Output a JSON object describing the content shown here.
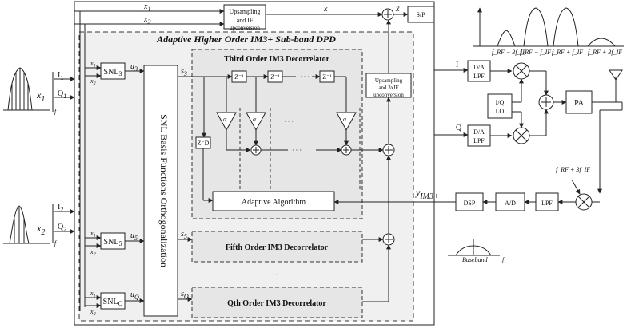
{
  "title": "Adaptive Higher Order IM3+ Sub-band DPD",
  "labels": {
    "x1": "x",
    "x1_sub": "1",
    "x2": "x",
    "x2_sub": "2",
    "x": "x",
    "xt": "x̃",
    "u3": "u",
    "u3_sub": "3",
    "u5": "u",
    "u5_sub": "5",
    "uq": "u",
    "uq_sub": "Q",
    "s3": "s",
    "s3_sub": "3",
    "s5": "s",
    "s5_sub": "5",
    "sq": "s",
    "sq_sub": "Q",
    "y": "y",
    "y_sub": "IM3+",
    "I1": "I",
    "Q1": "Q",
    "I2": "I",
    "Q2": "Q",
    "f": "f",
    "I": "I",
    "Q": "Q"
  },
  "blocks": {
    "upsampling_if": "Upsampling and IF upconversion",
    "sp": "S/P",
    "snl3": "SNL3",
    "snl5": "SNL5",
    "snlq": "SNLQ",
    "snl_basis": "SNL Basis Functions Orthogonalization",
    "third_order": "Third Order IM3 Decorrelator",
    "fifth_order": "Fifth Order IM3 Decorrelator",
    "qth_order": "Qth Order IM3 Decorrelator",
    "adaptive_algorithm": "Adaptive Algorithm",
    "upsampling_3xif": "Upsampling and 3xIF upconversion",
    "da_lpf_top": "D/A LPF",
    "da_lpf_bot": "D/A LPF",
    "iq_lo": "I/Q LO",
    "pa": "PA",
    "dsp": "DSP",
    "ad": "A/D",
    "lpf": "LPF",
    "lo_freq": "f_RF + 3f_IF",
    "baseband": "Baseband"
  },
  "delays": [
    "Z⁻¹",
    "Z⁻¹",
    "Z⁻¹",
    "Z⁻D"
  ],
  "coeffs": [
    "α",
    "α",
    "α"
  ],
  "spectrum_labels": [
    "f_RF − 3f_IF",
    "f_RF − f_IF",
    "f_RF + f_IF",
    "f_RF + 3f_IF"
  ],
  "dots": "· · ·"
}
